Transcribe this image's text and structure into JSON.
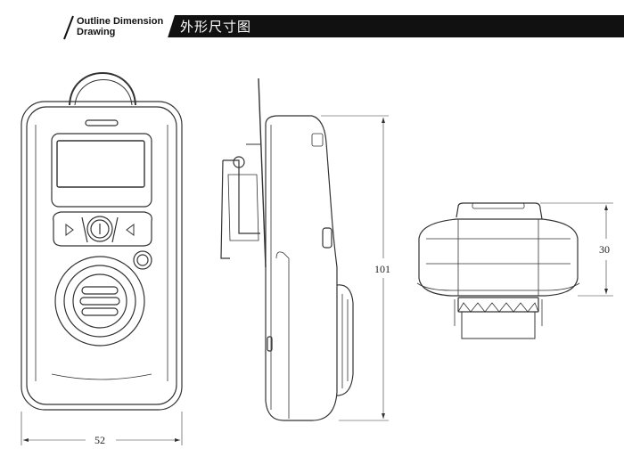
{
  "header": {
    "title_en": "Outline Dimension\nDrawing",
    "title_cn": "外形尺寸图"
  },
  "dimensions": {
    "width": "52",
    "height": "101",
    "depth": "30"
  },
  "colors": {
    "header_bg": "#111111",
    "line": "#333333"
  }
}
